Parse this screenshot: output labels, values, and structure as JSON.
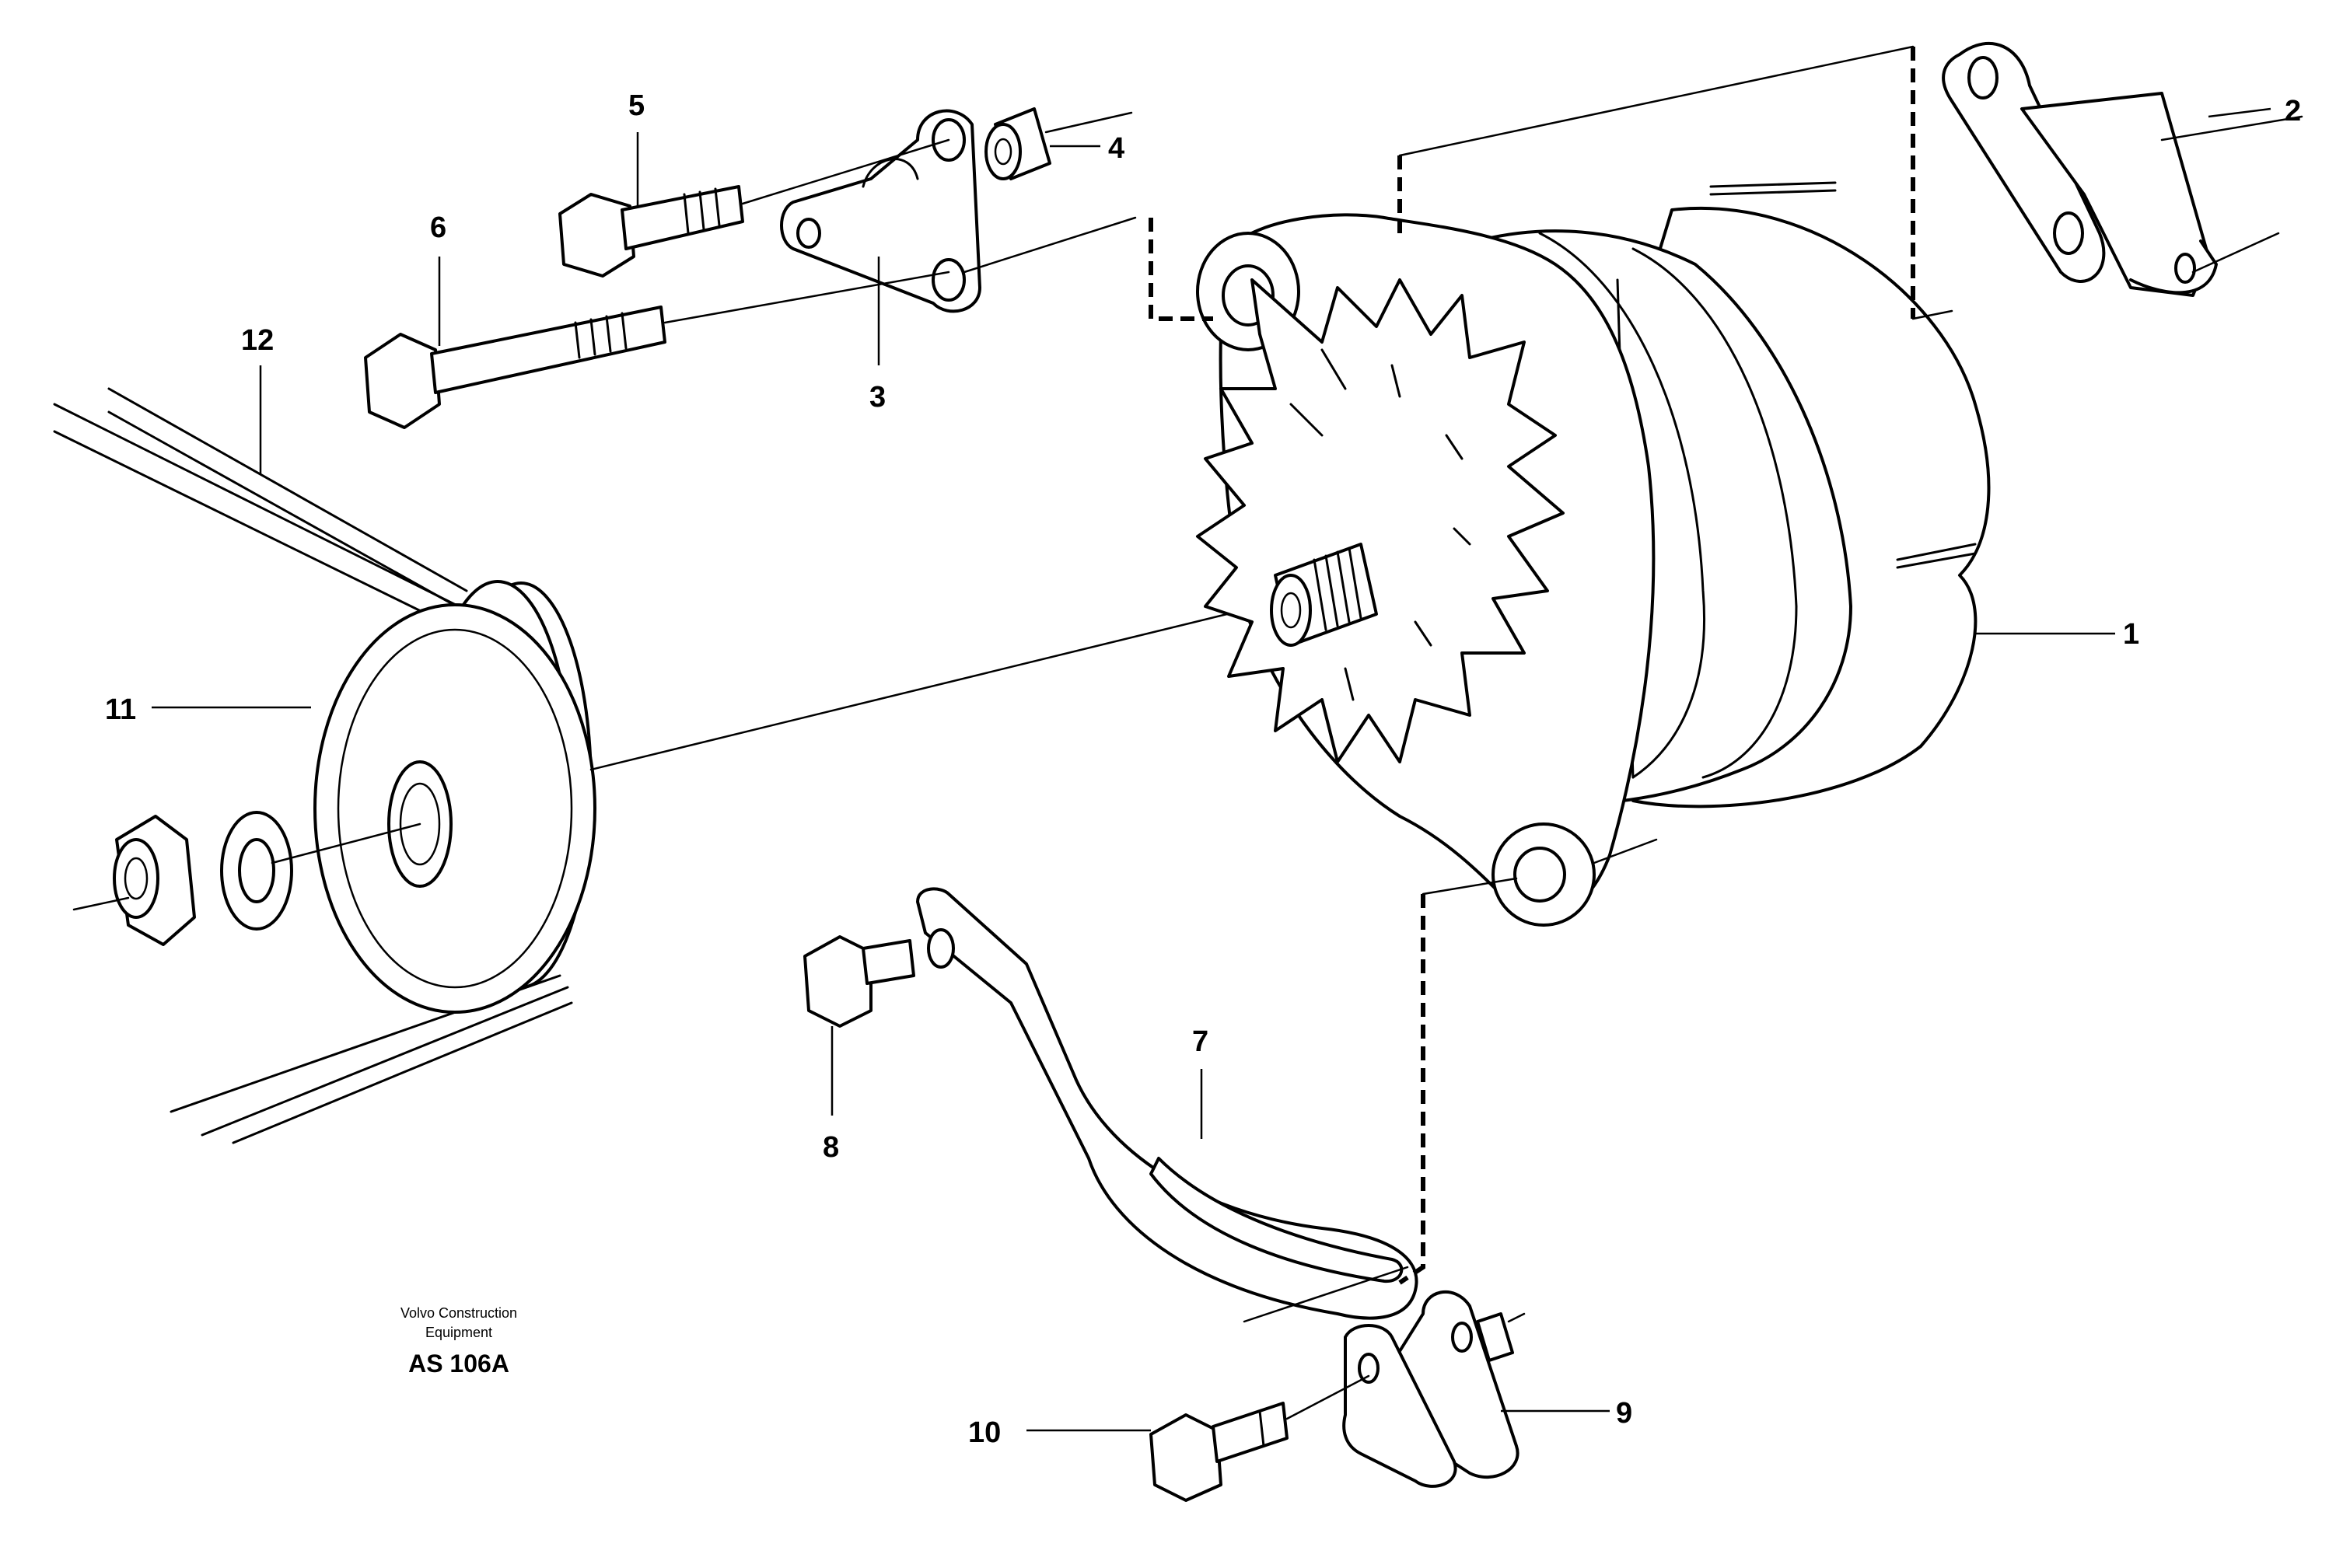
{
  "diagram": {
    "callouts": [
      {
        "id": "1",
        "label": "1"
      },
      {
        "id": "2",
        "label": "2"
      },
      {
        "id": "3",
        "label": "3"
      },
      {
        "id": "4",
        "label": "4"
      },
      {
        "id": "5",
        "label": "5"
      },
      {
        "id": "6",
        "label": "6"
      },
      {
        "id": "7",
        "label": "7"
      },
      {
        "id": "8",
        "label": "8"
      },
      {
        "id": "9",
        "label": "9"
      },
      {
        "id": "10",
        "label": "10"
      },
      {
        "id": "11",
        "label": "11"
      },
      {
        "id": "12",
        "label": "12"
      }
    ],
    "credit": {
      "line1": "Volvo Construction",
      "line2": "Equipment",
      "code": "AS 106A"
    }
  }
}
